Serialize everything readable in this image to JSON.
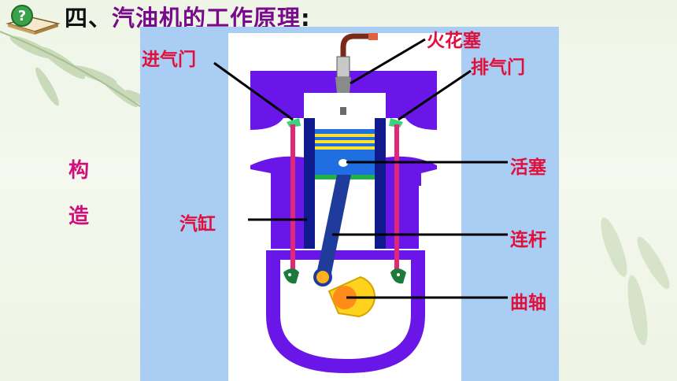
{
  "title": {
    "part": "四、",
    "main": "汽油机的工作原理",
    "punct": ":"
  },
  "side_label": [
    "构",
    "造"
  ],
  "labels": {
    "spark_plug": "火花塞",
    "intake_valve": "进气门",
    "exhaust_valve": "排气门",
    "piston": "活塞",
    "cylinder": "汽缸",
    "connecting_rod": "连杆",
    "crankshaft": "曲轴"
  },
  "colors": {
    "panel": "#a9cdf3",
    "engine": "#6b16e8",
    "cylinder_wall": "#101a8c",
    "piston": "#1f6fe0",
    "valve": "#e0287a",
    "label": "#e0103c",
    "crank": "#ffd21e"
  }
}
